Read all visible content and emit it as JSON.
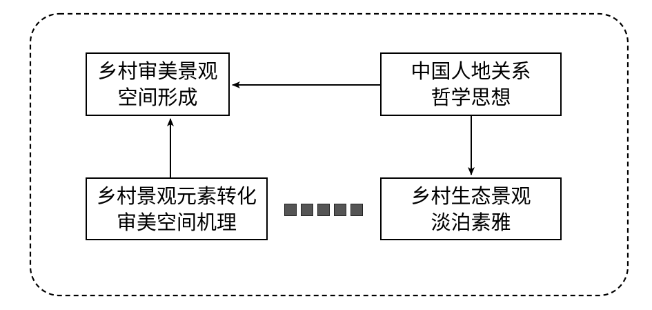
{
  "diagram": {
    "nodes": {
      "aesthetic_form": {
        "line1": "乡村审美景观",
        "line2": "空间形成"
      },
      "philosophy": {
        "line1": "中国人地关系",
        "line2": "哲学思想"
      },
      "mechanism": {
        "line1": "乡村景观元素转化",
        "line2": "审美空间机理"
      },
      "ecology": {
        "line1": "乡村生态景观",
        "line2": "淡泊素雅"
      }
    },
    "edges": [
      {
        "from": "philosophy",
        "to": "aesthetic_form",
        "style": "arrow"
      },
      {
        "from": "philosophy",
        "to": "ecology",
        "style": "arrow"
      },
      {
        "from": "mechanism",
        "to": "aesthetic_form",
        "style": "arrow"
      },
      {
        "from": "mechanism",
        "to": "ecology",
        "style": "dotted-squares"
      }
    ],
    "container_border": "dashed",
    "colors": {
      "stroke": "#000000",
      "dot_fill": "#555555"
    }
  }
}
